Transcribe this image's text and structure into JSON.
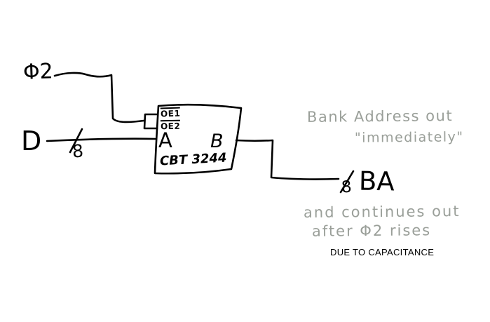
{
  "diagram": {
    "inputs": {
      "clock_label": "Φ2",
      "data_label": "D",
      "data_bus_width": "8"
    },
    "chip": {
      "enable1": "OE1",
      "enable2": "OE2",
      "port_a": "A",
      "port_b": "B",
      "part_number": "CBT 3244"
    },
    "output": {
      "bus_width": "8",
      "label": "BA"
    },
    "annotations": {
      "bank_address_line1": "Bank Address out",
      "bank_address_line2": "\"immediately\"",
      "continues_line1": "and continues out",
      "continues_line2": "after Φ2 rises",
      "capacitance_note": "DUE TO CAPACITANCE"
    },
    "colors": {
      "ink": "#000000",
      "annotation_gray": "#9a9f99",
      "background": "#ffffff"
    }
  }
}
